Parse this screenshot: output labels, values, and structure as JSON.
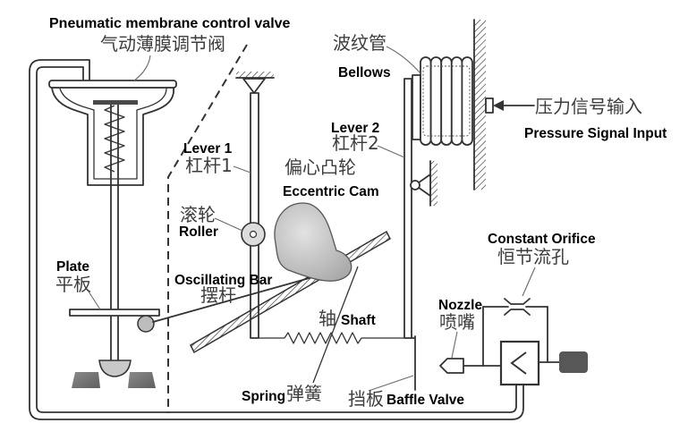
{
  "diagram": {
    "actuator": {
      "label_en": "Pneumatic membrane control valve",
      "label_zh": "气动薄膜调节阀"
    },
    "bellows": {
      "label_zh": "波纹管",
      "label_en": "Bellows"
    },
    "signal_input": {
      "label_zh": "压力信号输入",
      "label_en": "Pressure Signal Input"
    },
    "lever_1": {
      "label_en": "Lever 1",
      "label_zh": "杠杆1"
    },
    "lever_2": {
      "label_en": "Lever 2",
      "label_zh": "杠杆2"
    },
    "cam": {
      "label_zh": "偏心凸轮",
      "label_en": "Eccentric Cam"
    },
    "roller": {
      "label_zh": "滚轮",
      "label_en": "Roller"
    },
    "orifice": {
      "label_en": "Constant Orifice",
      "label_zh": "恒节流孔"
    },
    "plate": {
      "label_en": "Plate",
      "label_zh": "平板"
    },
    "oscillating_bar": {
      "label_en": "Oscillating Bar",
      "label_zh": "摆杆"
    },
    "nozzle": {
      "label_en": "Nozzle",
      "label_zh": "喷嘴"
    },
    "shaft": {
      "label_zh": "轴",
      "label_en": "Shaft"
    },
    "spring": {
      "label_en": "Spring",
      "label_zh": "弹簧"
    },
    "baffle": {
      "label_zh": "挡板",
      "label_en": "Baffle Valve"
    }
  },
  "colors": {
    "line": "#333333",
    "text-en": "#000000",
    "text-zh": "#3d3d3d",
    "cam-light": "#e2e2e2",
    "cam-dark": "#a9a9a9",
    "seat": "#5f5f5f",
    "supply": "#575757"
  }
}
